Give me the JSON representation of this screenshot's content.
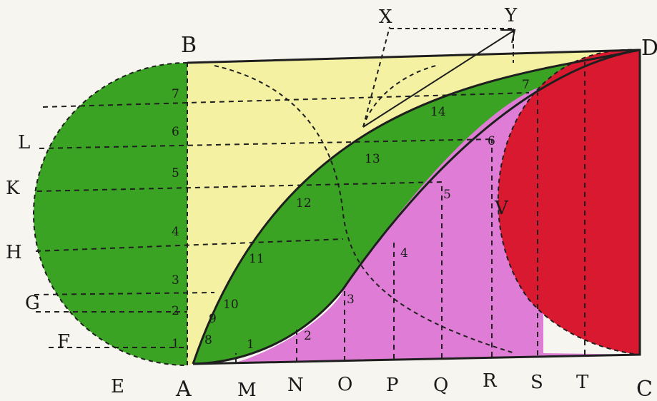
{
  "colors": {
    "paper": "#f7f5ef",
    "green": "#3aa323",
    "yellow": "#f4f2a2",
    "magenta": "#df7dd6",
    "red": "#d8192f",
    "ink": "#1f1f1f"
  },
  "corners": {
    "A": "A",
    "B": "B",
    "C": "C",
    "D": "D"
  },
  "outer_labels": {
    "E": "E",
    "F": "F",
    "G": "G",
    "H": "H",
    "K": "K",
    "L": "L",
    "X": "X",
    "Y": "Y",
    "V": "V"
  },
  "bottom_labels": [
    "M",
    "N",
    "O",
    "P",
    "Q",
    "R",
    "S",
    "T"
  ],
  "left_numbers": [
    "1",
    "2",
    "3",
    "4",
    "5",
    "6",
    "7"
  ],
  "lower_curve_numbers": [
    "1",
    "2",
    "3",
    "4",
    "5",
    "6",
    "7"
  ],
  "upper_curve_numbers": [
    "8",
    "9",
    "10",
    "11",
    "12",
    "13",
    "14"
  ]
}
